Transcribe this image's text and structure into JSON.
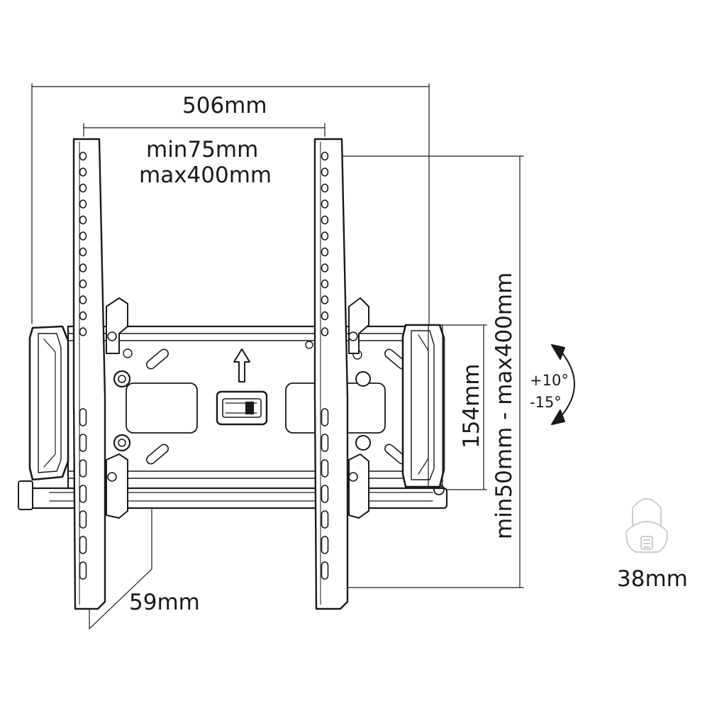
{
  "diagram": {
    "width_label": "506mm",
    "vesa_h_min": "min75mm",
    "vesa_h_max": "max400mm",
    "vesa_v_range": "min50mm - max400mm",
    "height_label": "154mm",
    "depth_label": "59mm",
    "tilt_up": "+10°",
    "tilt_down": "-15°",
    "lock_label": "38mm",
    "line_color": "#1a1a1a"
  }
}
